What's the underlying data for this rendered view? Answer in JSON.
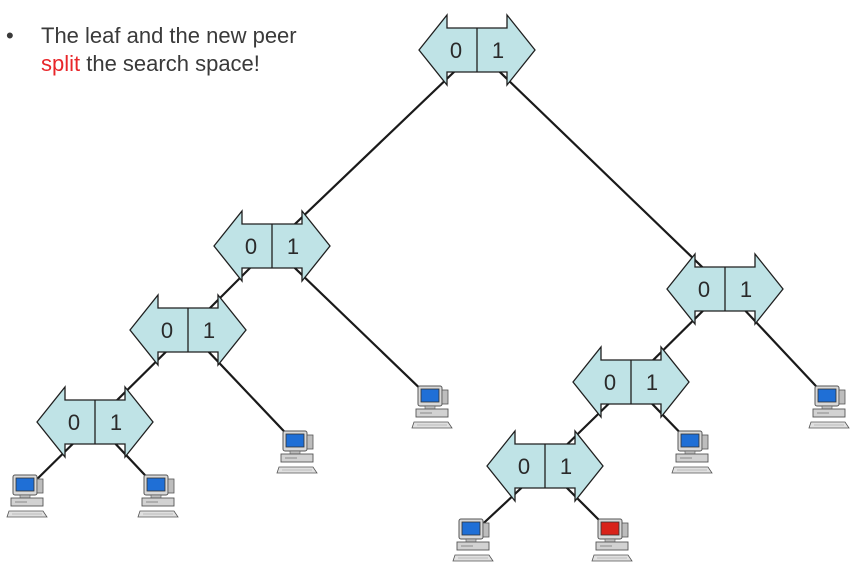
{
  "bullet": {
    "marker": "•",
    "line1": "The leaf and the new peer",
    "accent_word": "split",
    "line2_rest": " the search space!"
  },
  "colors": {
    "node_fill": "#bfe3e6",
    "node_stroke": "#1f1f1f",
    "accent": "#e8262a",
    "screen_normal": "#1f6fd6",
    "screen_new": "#d8221a"
  },
  "diagram": {
    "node_labels": {
      "left": "0",
      "right": "1"
    },
    "nodes": [
      "root",
      "l",
      "ll",
      "lll",
      "r",
      "rl",
      "rll"
    ],
    "edges": [
      [
        "root",
        "l"
      ],
      [
        "root",
        "r"
      ],
      [
        "l",
        "ll"
      ],
      [
        "l",
        "peer-l-1"
      ],
      [
        "ll",
        "lll"
      ],
      [
        "ll",
        "peer-ll-1"
      ],
      [
        "lll",
        "peer-lll-0"
      ],
      [
        "lll",
        "peer-lll-1"
      ],
      [
        "r",
        "rl"
      ],
      [
        "r",
        "peer-r-1"
      ],
      [
        "rl",
        "rll"
      ],
      [
        "rl",
        "peer-rl-1"
      ],
      [
        "rll",
        "peer-rll-0"
      ],
      [
        "rll",
        "peer-rll-1-new"
      ]
    ],
    "peers": [
      {
        "id": "peer-lll-0",
        "icon": "computer-icon",
        "state": "normal"
      },
      {
        "id": "peer-lll-1",
        "icon": "computer-icon",
        "state": "normal"
      },
      {
        "id": "peer-ll-1",
        "icon": "computer-icon",
        "state": "normal"
      },
      {
        "id": "peer-l-1",
        "icon": "computer-icon",
        "state": "normal"
      },
      {
        "id": "peer-rll-0",
        "icon": "computer-icon",
        "state": "normal"
      },
      {
        "id": "peer-rll-1-new",
        "icon": "computer-icon",
        "state": "new"
      },
      {
        "id": "peer-rl-1",
        "icon": "computer-icon",
        "state": "normal"
      },
      {
        "id": "peer-r-1",
        "icon": "computer-icon",
        "state": "normal"
      }
    ]
  }
}
